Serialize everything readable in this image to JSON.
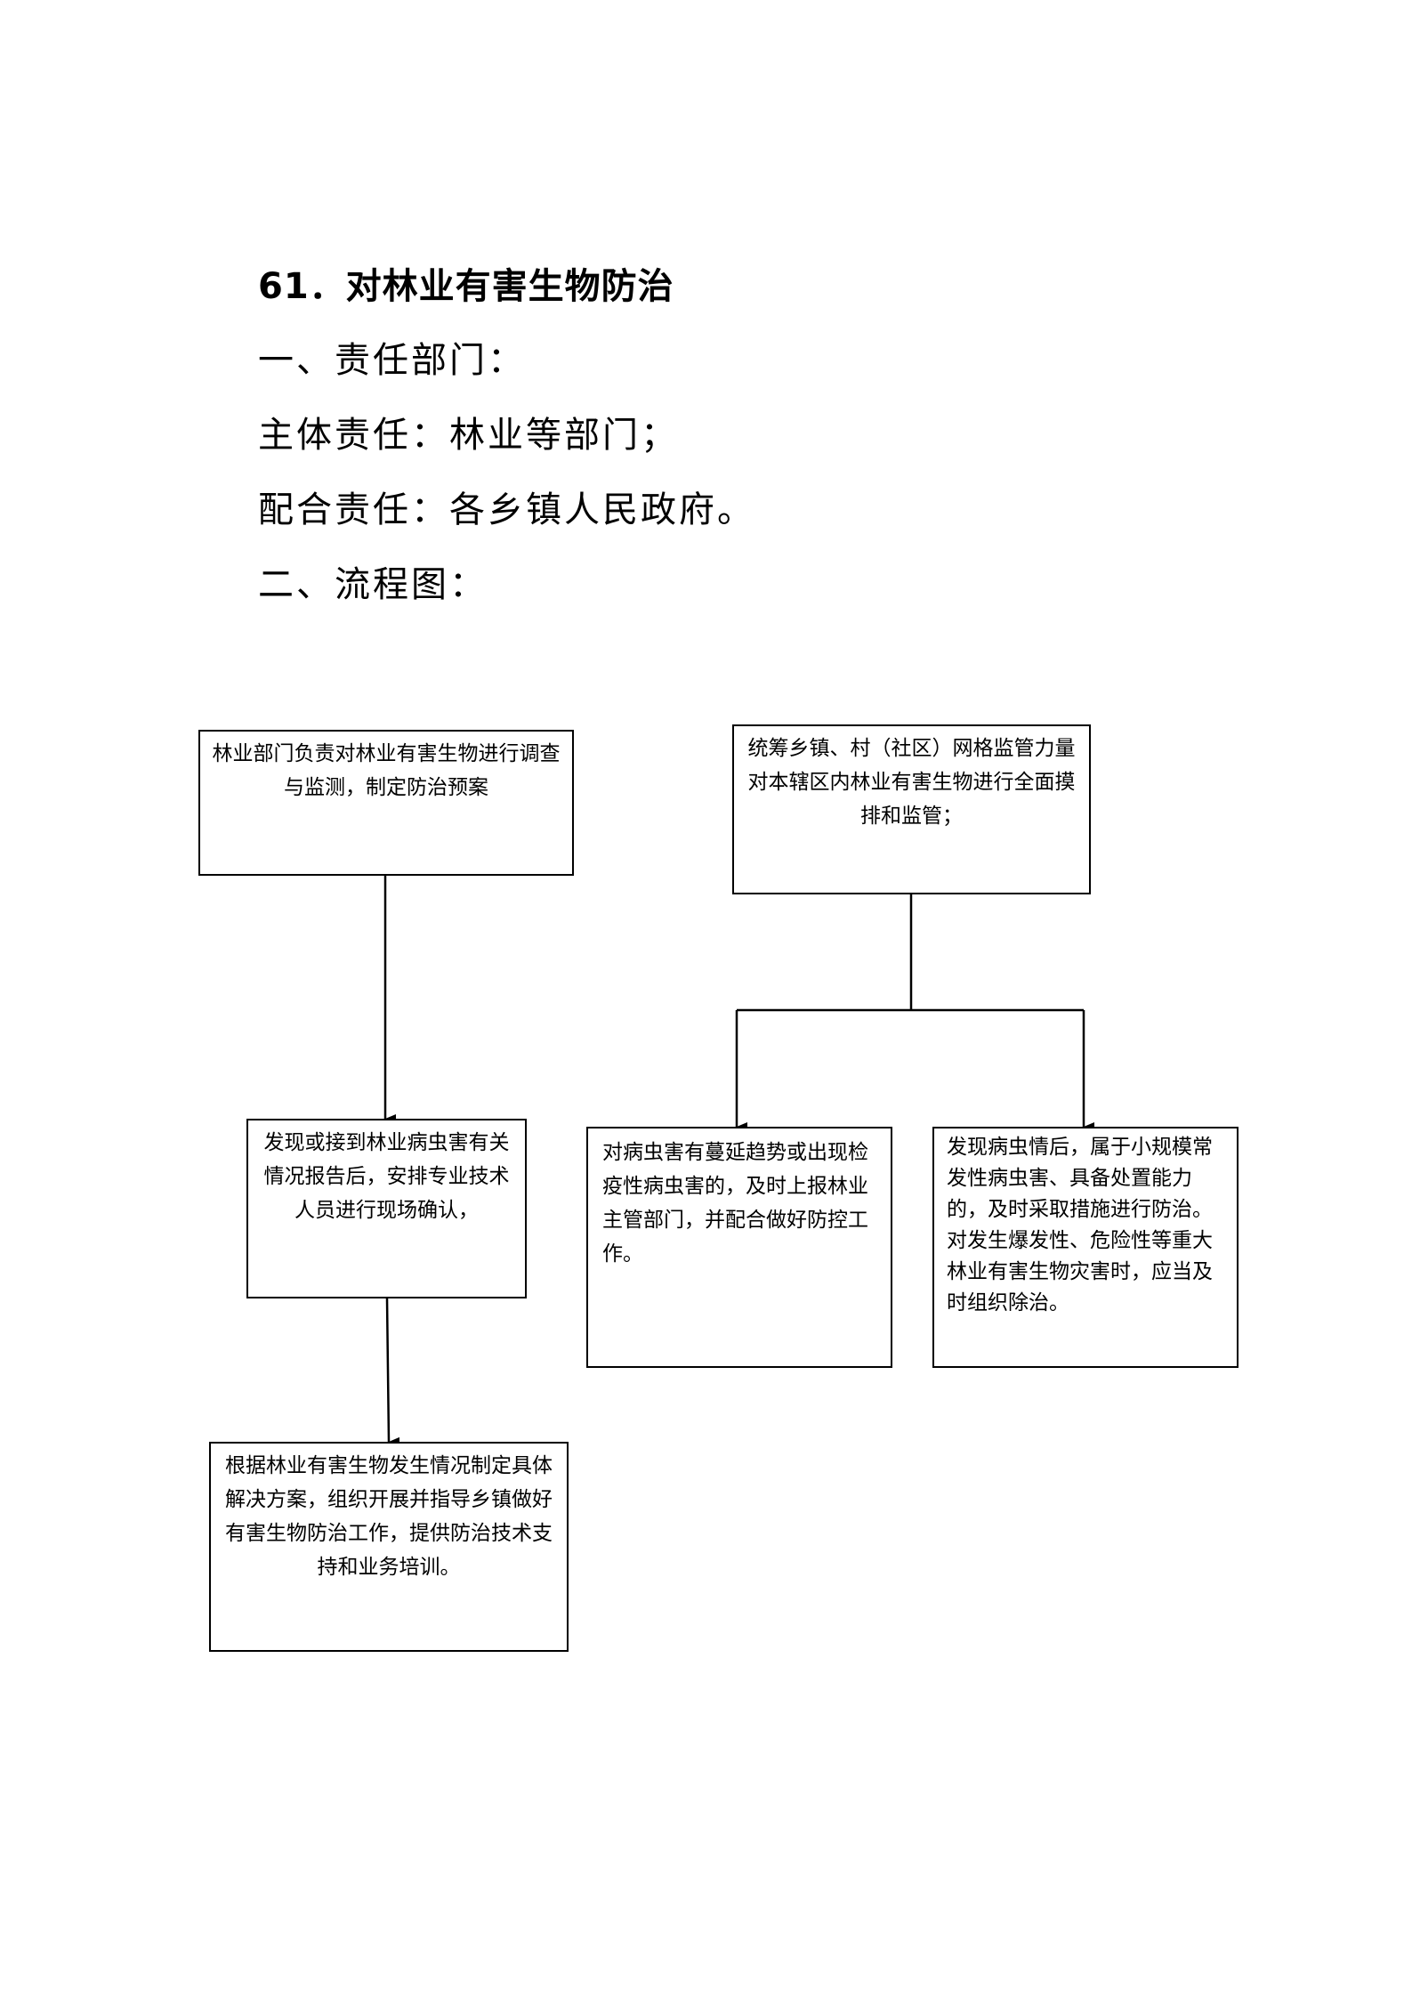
{
  "document": {
    "title": "61．对林业有害生物防治",
    "section1": "一、责任部门：",
    "primary": "主体责任：林业等部门；",
    "secondary": "配合责任：各乡镇人民政府。",
    "section2": "二、流程图："
  },
  "flowchart": {
    "left": {
      "step1": "林业部门负责对林业有害生物进行调查与监测，制定防治预案",
      "step2": "发现或接到林业病虫害有关情况报告后，安排专业技术人员进行现场确认，",
      "step3": "根据林业有害生物发生情况制定具体解决方案，组织开展并指导乡镇做好有害生物防治工作，提供防治技术支持和业务培训。"
    },
    "right": {
      "step1": "统筹乡镇、村（社区）网格监管力量对本辖区内林业有害生物进行全面摸排和监管；",
      "branch_a": "对病虫害有蔓延趋势或出现检疫性病虫害的，及时上报林业主管部门，并配合做好防控工作。",
      "branch_b": "发现病虫情后，属于小规模常发性病虫害、具备处置能力的，及时采取措施进行防治。对发生爆发性、危险性等重大林业有害生物灾害时，应当及时组织除治。"
    }
  }
}
